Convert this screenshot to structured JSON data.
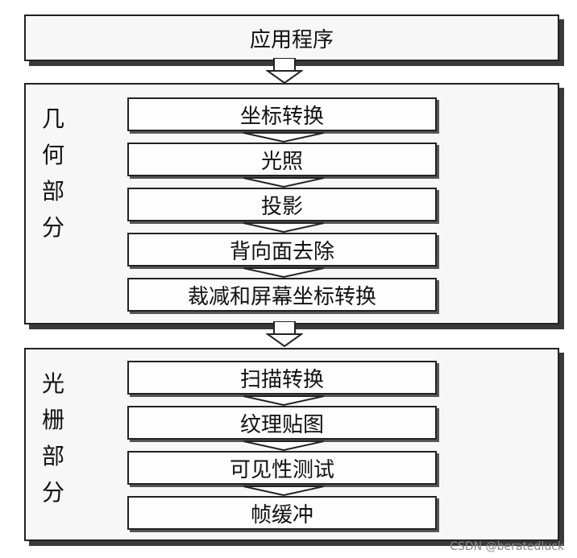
{
  "app": {
    "title": "应用程序"
  },
  "geometry": {
    "label_chars": [
      "几",
      "何",
      "部",
      "分"
    ],
    "stages": [
      "坐标转换",
      "光照",
      "投影",
      "背向面去除",
      "裁减和屏幕坐标转换"
    ]
  },
  "raster": {
    "label_chars": [
      "光",
      "栅",
      "部",
      "分"
    ],
    "stages": [
      "扫描转换",
      "纹理贴图",
      "可见性测试",
      "帧缓冲"
    ]
  },
  "watermark": "CSDN @beratedluck",
  "colors": {
    "border": "#222222",
    "panel_bg": "#f7f7f7",
    "shadow": "#3a3a3a"
  }
}
